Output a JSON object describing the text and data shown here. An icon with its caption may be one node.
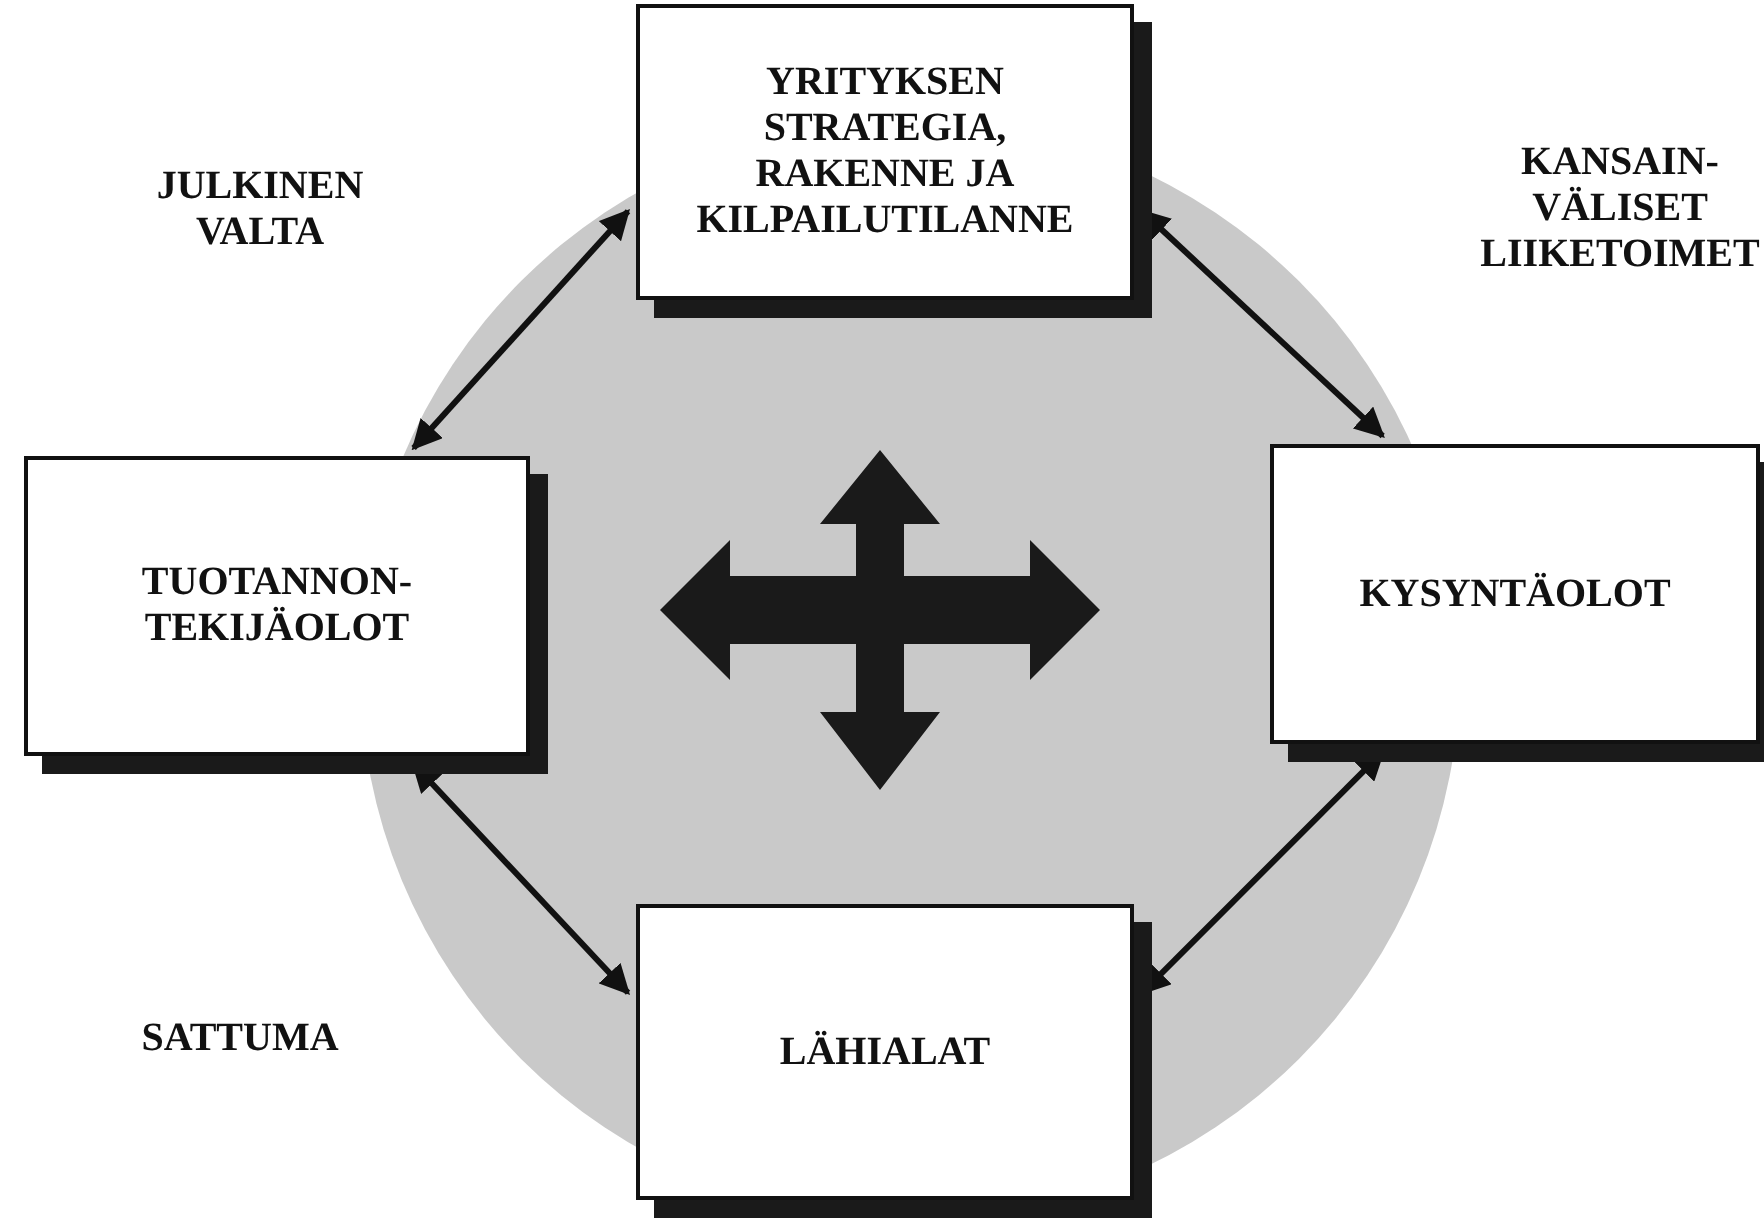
{
  "diagram": {
    "nodes": [
      {
        "text": [
          "YRITYKSEN STRATEGIA, RAKENNE JA KILPAILUTILANNE"
        ]
      },
      {
        "text": [
          "TUOTANNON- TEKIJÄOLOT"
        ]
      },
      {
        "text": [
          "KYSYNTÄOLOT"
        ]
      },
      {
        "text": [
          "LÄHIALAT"
        ]
      }
    ],
    "edges": [
      {
        "from": 0,
        "to": 1,
        "arrow": "both"
      },
      {
        "from": 0,
        "to": 2,
        "arrow": "both"
      },
      {
        "from": 1,
        "to": 3,
        "arrow": "both"
      },
      {
        "from": 2,
        "to": 3,
        "arrow": "both"
      }
    ],
    "labels": [
      "JULKINEN VALTA",
      "KANSAIN- VÄLISET LIIKETOIMET",
      "SATTUMA"
    ]
  }
}
